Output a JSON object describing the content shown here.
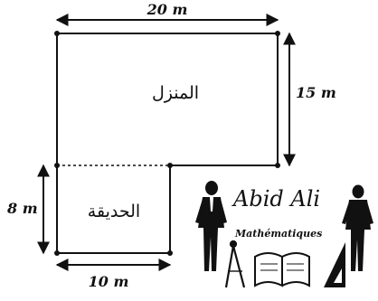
{
  "diagram": {
    "house_label": "المنزل",
    "garden_label": "الحديقة",
    "dim_top": "20 m",
    "dim_right": "15 m",
    "dim_left": "8 m",
    "dim_bottom": "10 m"
  },
  "watermark": {
    "name": "Abid Ali",
    "subtitle": "Mathématiques"
  },
  "colors": {
    "ink": "#111111",
    "background": "#ffffff"
  }
}
